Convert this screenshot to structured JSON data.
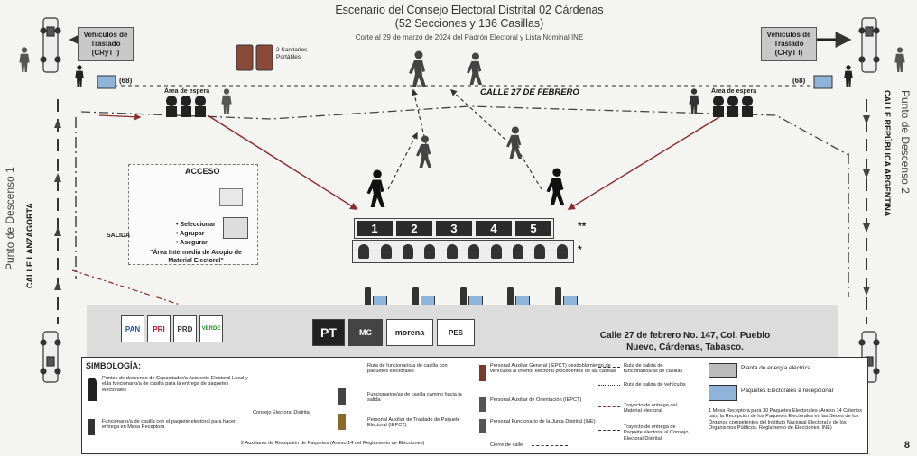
{
  "title": {
    "line1": "Escenario del Consejo Electoral Distrital 02 Cárdenas",
    "line2": "(52 Secciones y 136 Casillas)",
    "line3": "Corte al 29 de marzo de 2024 del Padrón Electoral y Lista Nominal INE"
  },
  "vehicles": {
    "left": "Vehículos de Traslado (CRyT I)",
    "right": "Vehículos de Traslado (CRyT I)"
  },
  "sanitarios": "2 Sanitarios Portátiles",
  "counts": {
    "left": "(68)",
    "right": "(68)"
  },
  "streets": {
    "top": "CALLE 27 DE FEBRERO",
    "left": "CALLE LANZAGORTA",
    "right": "CALLE REPÚBLICA ARGENTINA"
  },
  "descenso": {
    "left": "Punto de Descenso 1",
    "right": "Punto de Descenso 2"
  },
  "wait_area": {
    "left": "Área de espera",
    "right": "Área de espera"
  },
  "acceso": {
    "title": "ACCESO",
    "steps": [
      "• Seleccionar",
      "• Agrupar",
      "• Asegurar"
    ],
    "salida": "SALIDA",
    "caption": "\"Área Intermedia de Acopio de Material Electoral\""
  },
  "tables": [
    "1",
    "2",
    "3",
    "4",
    "5"
  ],
  "table_markers": {
    "top": "**",
    "bottom": "*"
  },
  "parties": {
    "row1": [
      "PAN",
      "PRI",
      "PRD",
      "VERDE"
    ],
    "row2": [
      "PT",
      "MC",
      "morena",
      "PES"
    ]
  },
  "address": "Calle 27 de febrero No. 147, Col. Pueblo Nuevo, Cárdenas, Tabasco.",
  "consejo_label": "Consejo Electoral Distrital",
  "legend": {
    "title": "SIMBOLOGÍA:",
    "col1_a": "Puntos de descenso de Capacitador/a Asistente Electoral Local y el/la funcionario/a de casilla para la entrega de paquetes electorales",
    "col1_b": "Funcionario/a de casilla con el paquete electoral para hacer entrega en Mesa Receptora",
    "col1_c": "2 Auxiliares de Recepción de Paquetes (Anexo 14 del Reglamento de Elecciones)",
    "col2_a": "Ruta de funcionario/a de casilla con paquetes electorales",
    "col2_b": "Funcionarios/as de casilla camino hacia la salida",
    "col2_c": "Personal Auxiliar de Traslado de Paquete Electoral (IEPCT)",
    "col3_a": "Personal Auxiliar General (IEPCT) desdoblamiento de vehículos al interior electoral procedentes de las casillas",
    "col3_b": "Personal Auxiliar de Orientación (IEPCT)",
    "col3_c": "Personal Funcionario de la Junta Distrital (INE)",
    "col3_d": "Cierre de calle",
    "col4_a": "Ruta de salida de funcionarios/as de casillas",
    "col4_b": "Ruta de salida de vehículos",
    "col4_c": "Trayecto de entrega del Material electoral",
    "col4_d": "Trayecto de entrega de Paquete electoral al Consejo Electoral Distrital",
    "col5_a": "Planta de energía eléctrica",
    "col5_b": "Paquetes Electorales a recepcionar",
    "col5_c": "1 Mesa Receptora para 30 Paquetes Electorales (Anexo 14 Criterios para la Recepción de los Paquetes Electorales en las Sedes de los Órganos competentes del Instituto Nacional Electoral y de los Organismos Públicos. Reglamento de Elecciones, INE)"
  },
  "page_number": "8"
}
